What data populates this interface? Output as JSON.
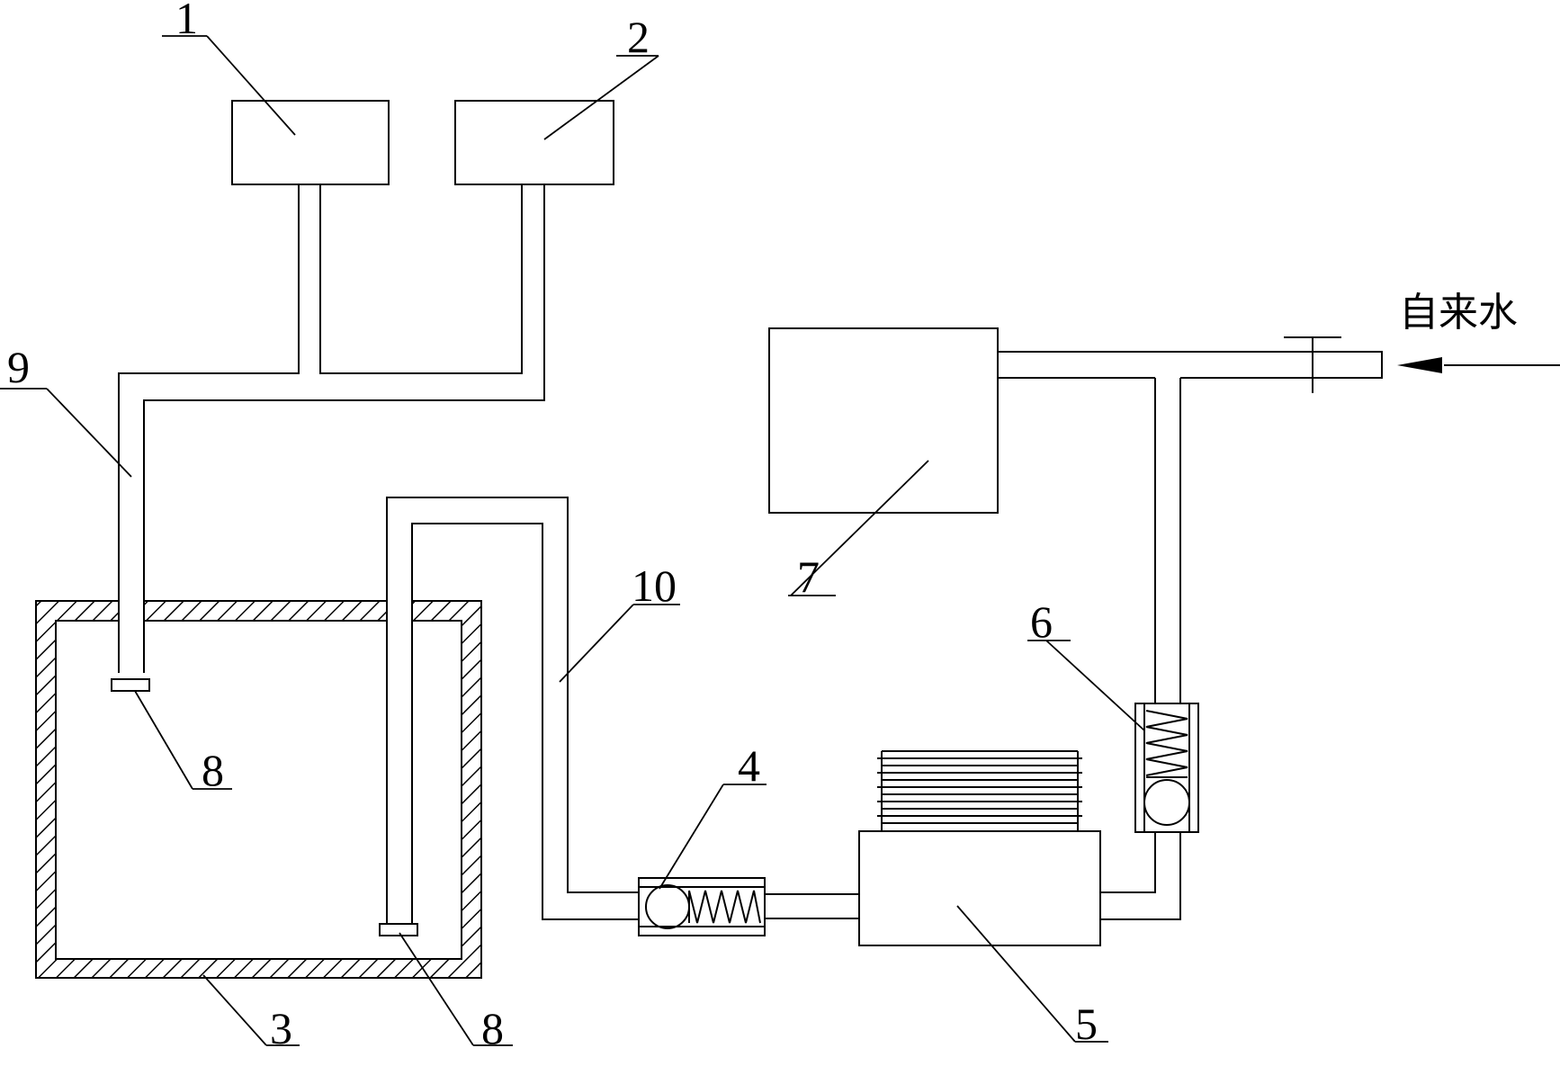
{
  "labels": {
    "l1": "1",
    "l2": "2",
    "l3": "3",
    "l4": "4",
    "l5": "5",
    "l6": "6",
    "l7": "7",
    "l8a": "8",
    "l8b": "8",
    "l9": "9",
    "l10": "10"
  },
  "inlet_label": "自来水",
  "colors": {
    "line": "#000000",
    "background": "#ffffff"
  }
}
